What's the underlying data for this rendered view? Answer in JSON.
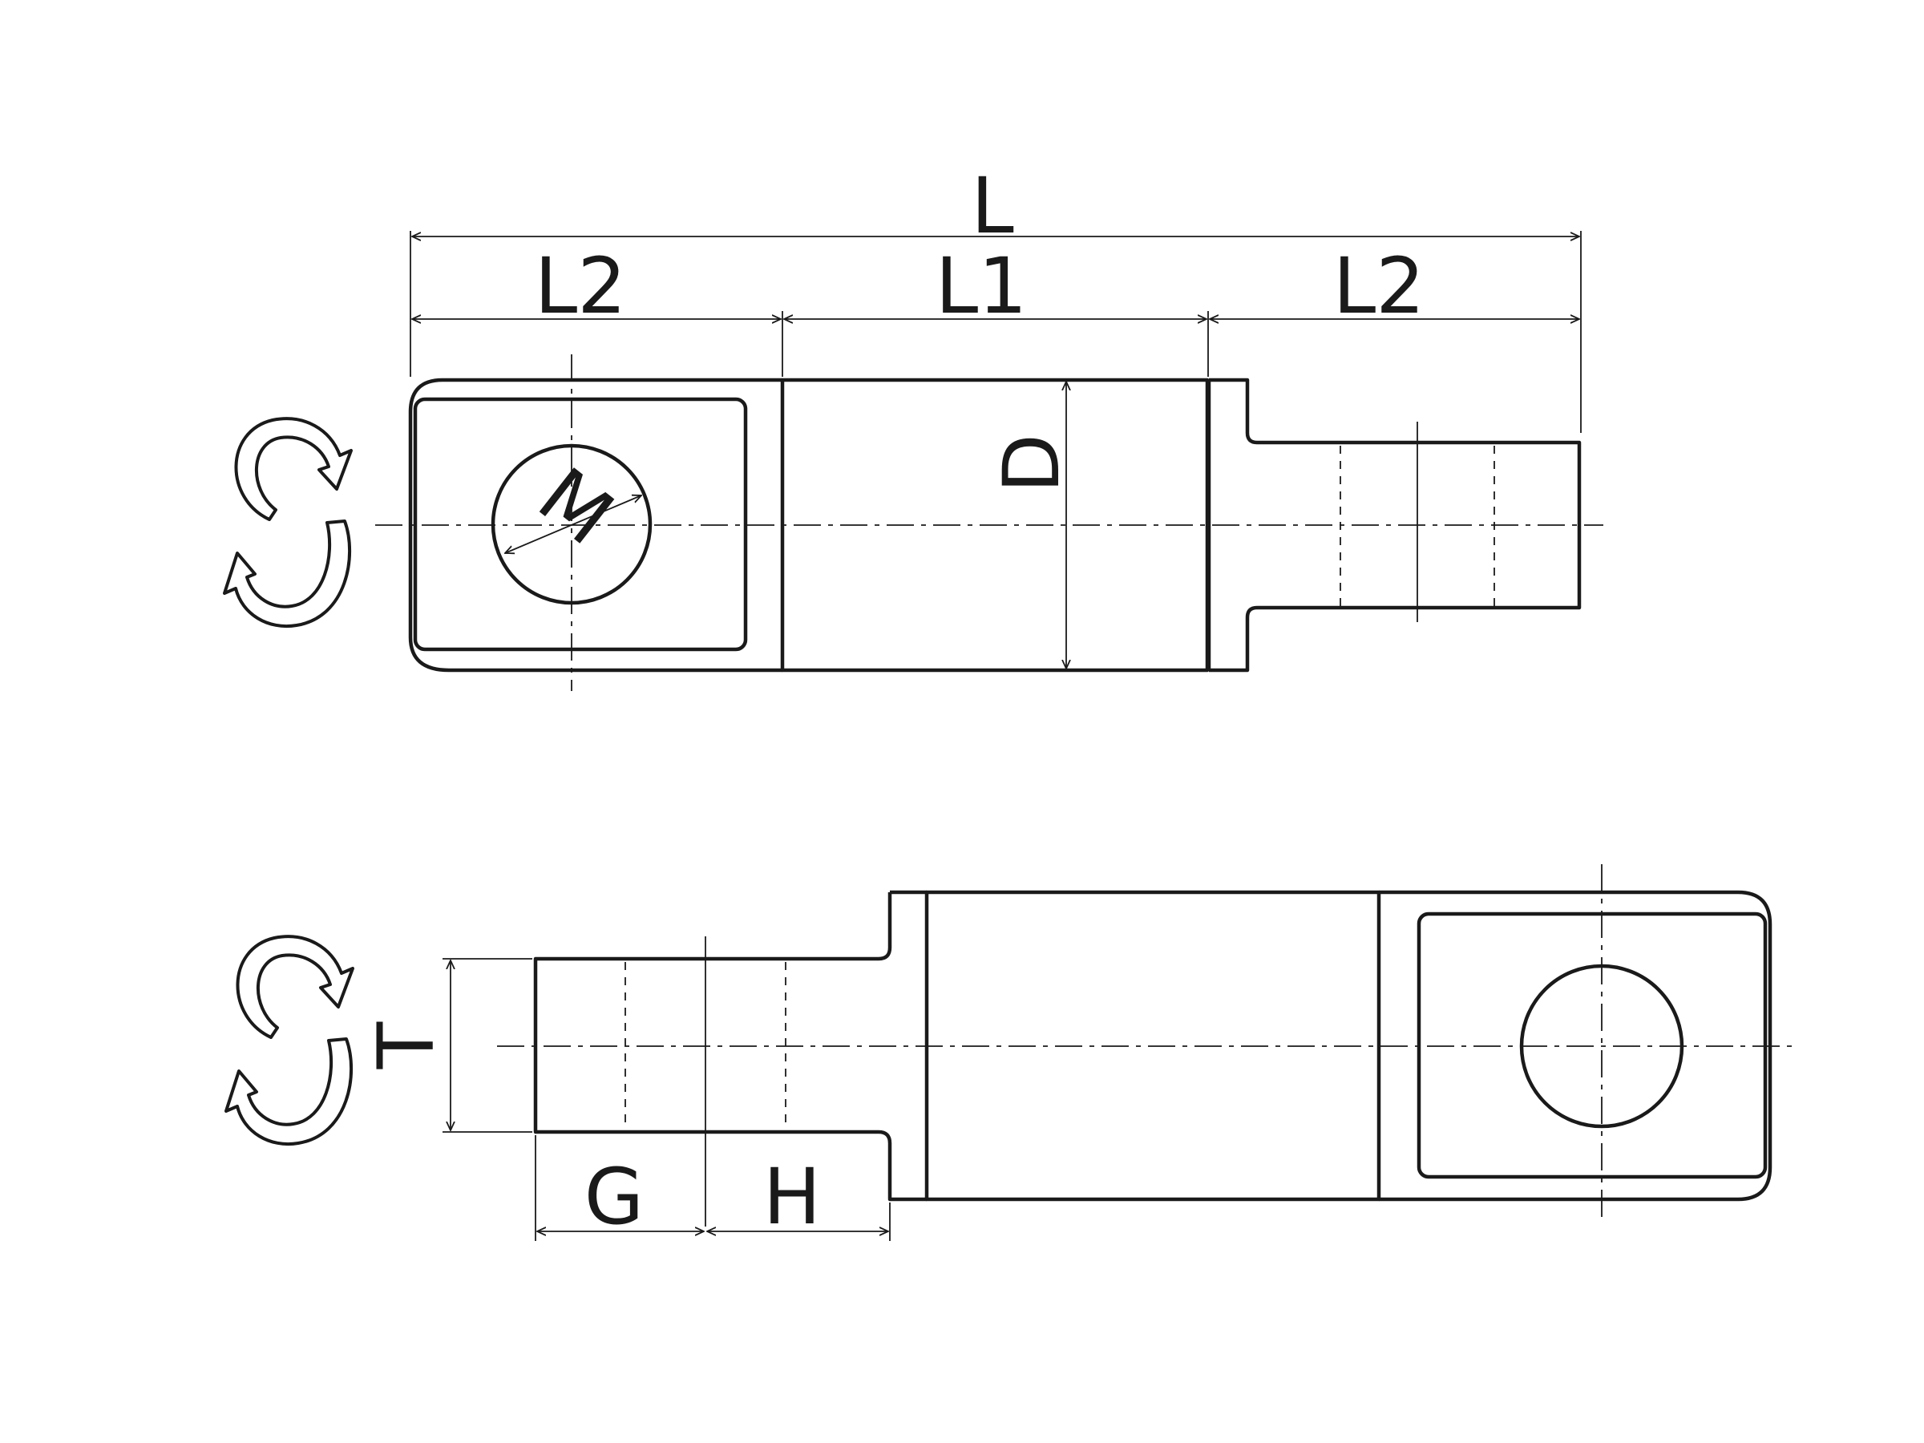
{
  "labels": {
    "overall_length": "L",
    "left_end_length": "L2",
    "middle_length": "L1",
    "right_end_length": "L2",
    "diameter": "D",
    "hole_size": "M",
    "thickness": "T",
    "slot_g": "G",
    "slot_h": "H"
  },
  "icons": [
    "rotate-icon",
    "rotate-icon"
  ],
  "colors": {
    "line": "#1a1a1a",
    "background": "#ffffff"
  }
}
